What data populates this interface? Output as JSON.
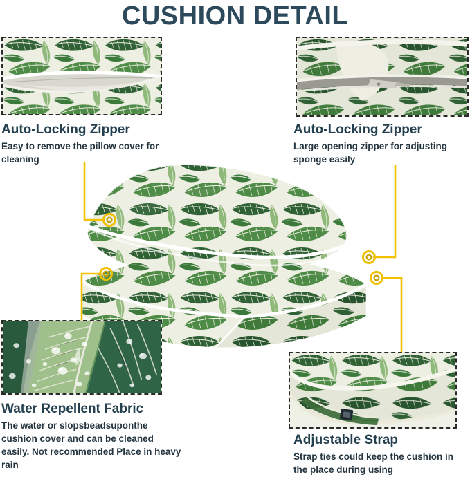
{
  "header": {
    "title": "CUSHION DETAIL",
    "title_color": "#2d4a5c"
  },
  "theme": {
    "callout_color": "#f2c200",
    "marker_color": "#f0c000",
    "panel_border_color": "#2b2b2b",
    "heading_color": "#24404f",
    "body_color": "#243540",
    "leaf_dark_green": "#2f6134",
    "leaf_mid_green": "#4e8b46",
    "leaf_light_green": "#8fb97a",
    "fabric_cream": "#eeefe3",
    "piping_white": "#ffffff"
  },
  "features": [
    {
      "id": "top-left",
      "title": "Auto-Locking Zipper",
      "description": "Easy to remove the pillow cover for cleaning",
      "photo_alt": "open-zipper-on-pillow-cover",
      "marker_label": "marker-pillow-zipper"
    },
    {
      "id": "top-right",
      "title": "Auto-Locking Zipper",
      "description": "Large opening zipper for adjusting sponge easily",
      "photo_alt": "large-zipper-opening-on-seat-cushion",
      "marker_label": "marker-seat-zipper"
    },
    {
      "id": "bottom-left",
      "title": "Water Repellent Fabric",
      "description": "The water or slopsbeadsuponthe cushion cover and can be cleaned easily. Not recommended Place in heavy rain",
      "photo_alt": "water-droplets-beading-on-fabric",
      "marker_label": "marker-water-repellent"
    },
    {
      "id": "bottom-right",
      "title": "Adjustable Strap",
      "description": "Strap ties could keep the cushion in the place during using",
      "photo_alt": "adjustable-strap-corner-of-cushion",
      "marker_label": "marker-adjustable-strap"
    }
  ],
  "product": {
    "alt": "banana-leaf-pattern-outdoor-cushion-set",
    "pieces": [
      "back-pillow",
      "seat-cushion"
    ],
    "pattern_name": "tropical banana leaf"
  }
}
